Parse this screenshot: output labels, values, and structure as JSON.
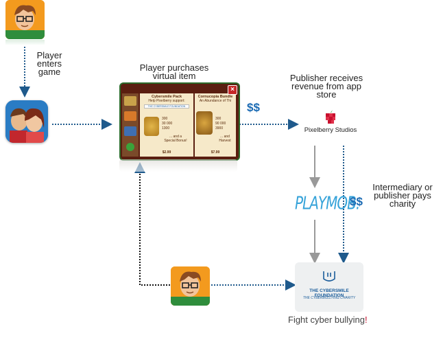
{
  "labels": {
    "player_enters": [
      "Player",
      "enters",
      "game"
    ],
    "player_purchases": [
      "Player purchases",
      "virtual item"
    ],
    "publisher_receives": [
      "Publisher receives",
      "revenue from app",
      "store"
    ],
    "intermediary": [
      "Intermediary or",
      "publisher pays",
      "charity"
    ],
    "fight": "Fight cyber bullying",
    "fight_mark": "!"
  },
  "money": {
    "left": "$$",
    "right": "$$"
  },
  "store_card": {
    "left_title": "Cybersmile Pack",
    "left_subtitle": "Help Pixelberry support:",
    "left_org": "THE CYBERSMILE FOUNDATION",
    "left_values": [
      "300",
      "30 000",
      "1300"
    ],
    "left_extra": [
      "... and a",
      "Special Bonus!"
    ],
    "left_price": "$2.99",
    "right_title": "Cornucopia Bundle",
    "right_subtitle": "An Abundance of Thi",
    "right_values": [
      "300",
      "90 000",
      "3900"
    ],
    "right_extra": [
      "... and",
      "Harvest"
    ],
    "right_price": "$7.99"
  },
  "logos": {
    "pixelberry": "Pixelberry Studios",
    "playmob": "PLAYMOB.",
    "cybersmile_title": "THE CYBERSMILE FOUNDATION",
    "cybersmile_sub": "THE CYBERBULLYING CHARITY"
  },
  "colors": {
    "flow_blue": "#1f5a8c",
    "flow_gray": "#999999",
    "money_blue": "#1a6ab3",
    "avatar_orange": "#f39a1e"
  }
}
